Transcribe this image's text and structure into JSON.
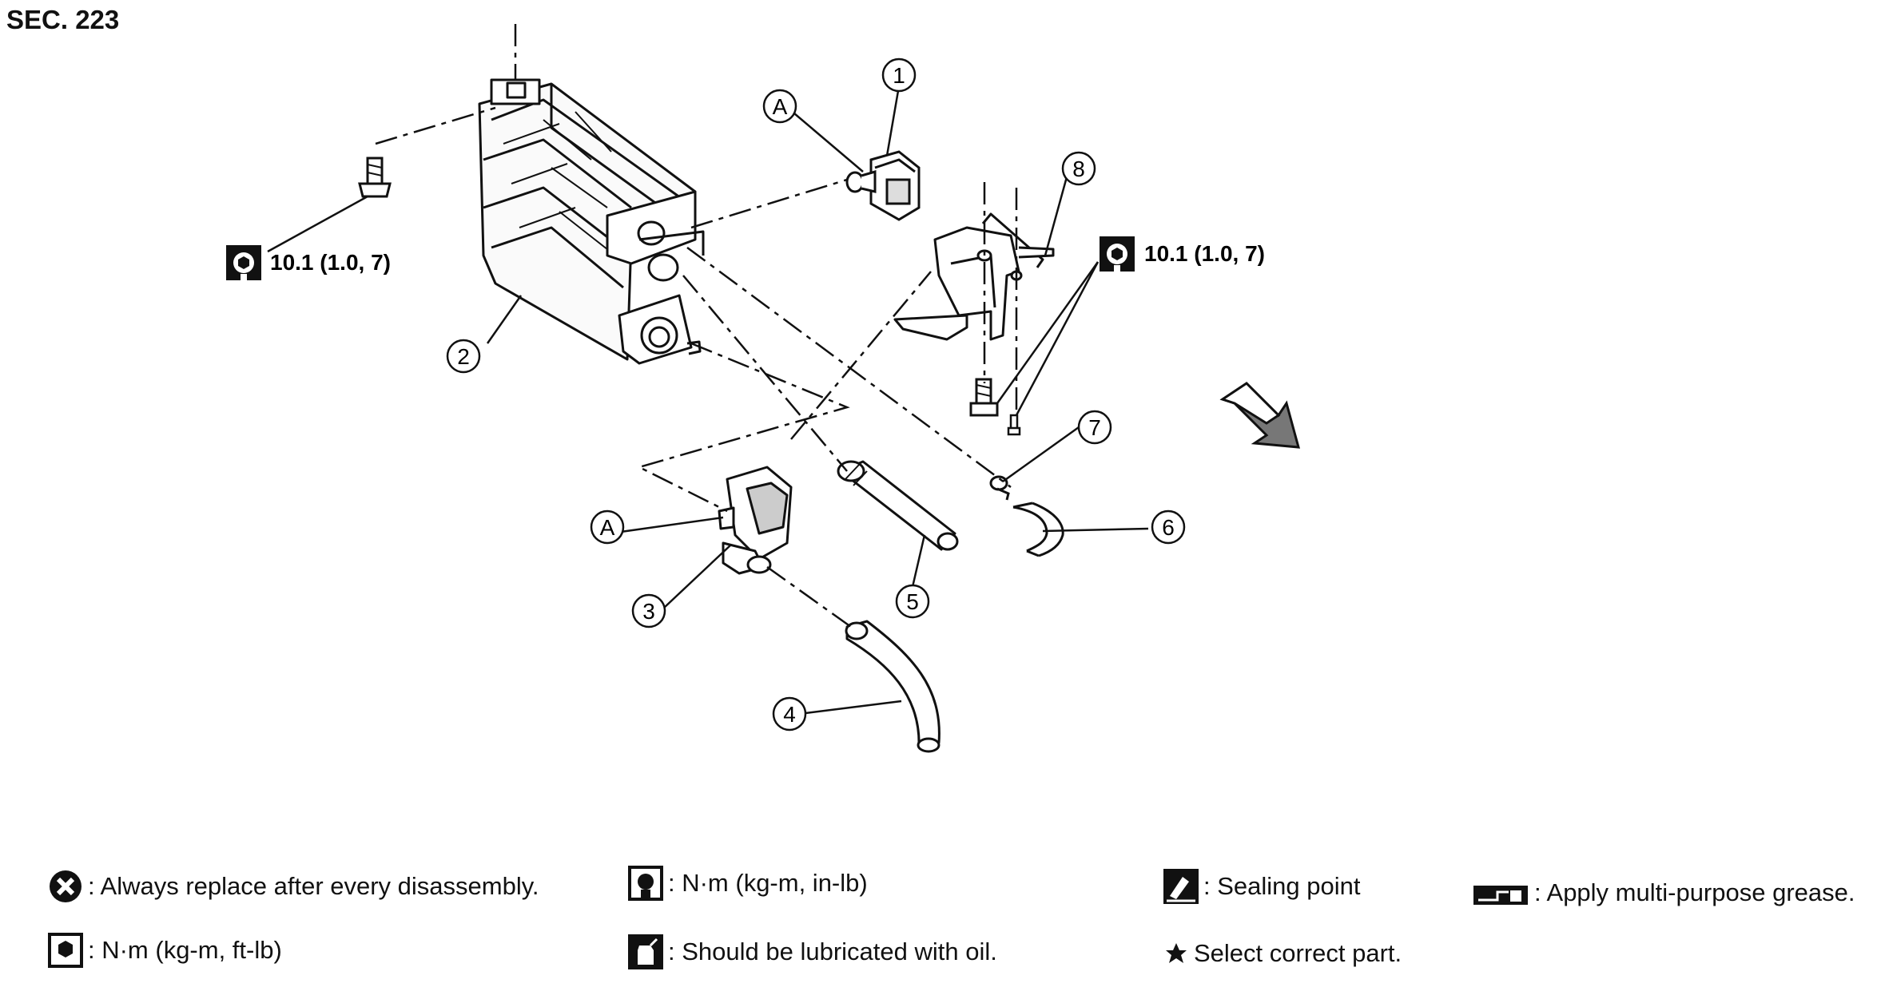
{
  "section_label": "SEC. 223",
  "callouts": [
    "1",
    "2",
    "3",
    "4",
    "5",
    "6",
    "7",
    "8"
  ],
  "callout_a": "A",
  "torque_values": [
    "10.1 (1.0, 7)",
    "10.1 (1.0, 7)"
  ],
  "legend": [
    {
      "icon": "cross-circle-icon",
      "text": ": Always replace after every disassembly."
    },
    {
      "icon": "torque-in-lb-icon",
      "text": ": N·m (kg-m, in-lb)"
    },
    {
      "icon": "sealing-point-icon",
      "text": ": Sealing point"
    },
    {
      "icon": "grease-icon",
      "text": ": Apply multi-purpose grease."
    },
    {
      "icon": "torque-ft-lb-icon",
      "text": ": N·m (kg-m, ft-lb)"
    },
    {
      "icon": "oil-can-icon",
      "text": ": Should be lubricated with oil."
    },
    {
      "icon": "star-icon",
      "text": "Select correct part."
    }
  ]
}
